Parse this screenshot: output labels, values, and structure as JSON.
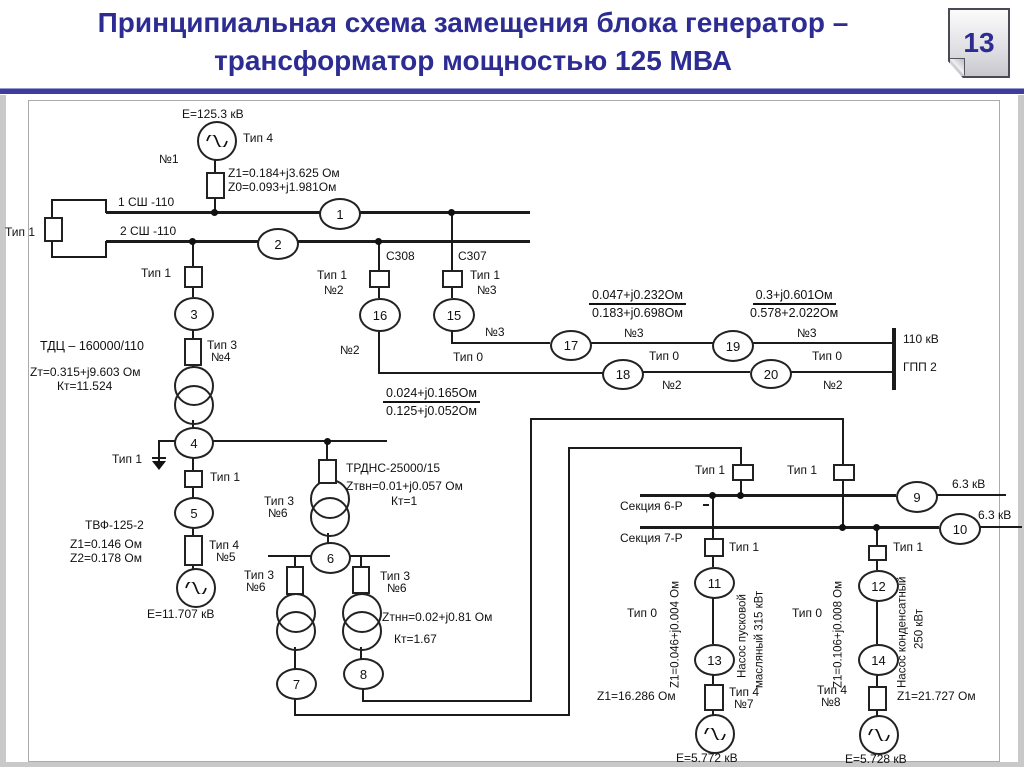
{
  "slide": {
    "title_line1": "Принципиальная схема замещения блока генератор –",
    "title_line2": "трансформатор мощностью 125 МВА",
    "page_number": "13"
  },
  "labels": {
    "tip0": "Тип 0",
    "tip1": "Тип 1",
    "tip3": "Тип 3",
    "tip4": "Тип 4",
    "no1": "№1",
    "no2": "№2",
    "no3": "№3",
    "no4": "№4",
    "no5": "№5",
    "no6": "№6",
    "no7": "№7",
    "no8": "№8"
  },
  "source1": {
    "emf": "E=125.3 кВ",
    "z1": "Z1=0.184+j3.625 Ом",
    "z0": "Z0=0.093+j1.981Ом"
  },
  "buses": {
    "bus1": "1 СШ -110",
    "bus2": "2 СШ -110"
  },
  "feeders": {
    "c308": "С308",
    "c307": "С307"
  },
  "t_block": {
    "name": "ТДЦ – 160000/110",
    "z": "Zт=0.315+j9.603 Ом",
    "k": "Кт=11.524"
  },
  "generator": {
    "name": "ТВФ-125-2",
    "z1": "Z1=0.146 Ом",
    "z2": "Z2=0.178 Ом",
    "emf": "E=11.707 кВ"
  },
  "t_aux": {
    "name": "ТРДНС-25000/15",
    "zvn": "Zтвн=0.01+j0.057 Ом",
    "kvn": "Кт=1",
    "znn": "Zтнн=0.02+j0.81 Ом",
    "knn": "Кт=1.67"
  },
  "lines110": {
    "f1_top": "0.047+j0.232Ом",
    "f1_bot": "0.183+j0.698Ом",
    "f2_top": "0.3+j0.601Ом",
    "f2_bot": "0.578+2.022Ом",
    "f3_top": "0.024+j0.165Ом",
    "f3_bot": "0.125+j0.052Ом"
  },
  "gpp": {
    "voltage": "110 кВ",
    "name": "ГПП 2"
  },
  "sections": {
    "s6": "Секция 6-Р",
    "s7": "Секция 7-Р",
    "voltage": "6.3 кВ"
  },
  "pump_oil": {
    "z_line": "Z1=0.046+j0.004 Ом",
    "name_a": "Насос пусковой",
    "name_b": "масляный 315 кВт",
    "z": "Z1=16.286 Ом",
    "emf": "E=5.772 кВ"
  },
  "pump_cond": {
    "z_line": "Z1=0.106+j0.008 Ом",
    "name_a": "Насос конденсатный",
    "name_b": "250 кВт",
    "z": "Z1=21.727 Ом",
    "emf": "E=5.728 кВ"
  },
  "nodes": {
    "n1": "1",
    "n2": "2",
    "n3": "3",
    "n4": "4",
    "n5": "5",
    "n6": "6",
    "n7": "7",
    "n8": "8",
    "n9": "9",
    "n10": "10",
    "n11": "11",
    "n12": "12",
    "n13": "13",
    "n14": "14",
    "n15": "15",
    "n16": "16",
    "n17": "17",
    "n18": "18",
    "n19": "19",
    "n20": "20"
  }
}
